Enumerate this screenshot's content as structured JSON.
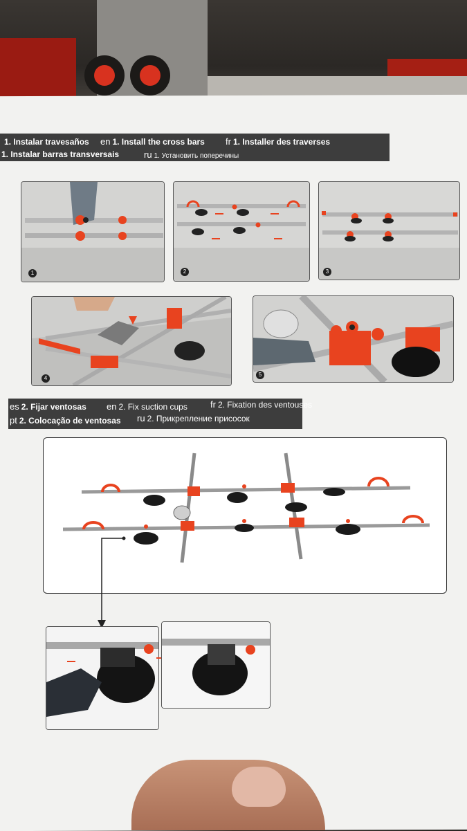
{
  "section1": {
    "es": "1. Instalar travesaños",
    "en_code": "en",
    "en": "1. Install the cross bars",
    "fr_code": "fr",
    "fr": "1. Installer des traverses",
    "pt": "1. Instalar barras transversais",
    "ru_code": "ru",
    "ru": "1. Установить поперечины"
  },
  "section2": {
    "es_code": "es",
    "es": "2. Fijar ventosas",
    "en_code": "en",
    "en": "2. Fix suction cups",
    "fr_code": "fr",
    "fr": "2. Fixation des ventouses",
    "pt_code": "pt",
    "pt": "2. Colocação de ventosas",
    "ru_code": "ru",
    "ru": "2. Прикрепление присосок"
  },
  "steps": [
    "1",
    "2",
    "3",
    "4",
    "5"
  ],
  "colors": {
    "accent": "#e8431f",
    "banner": "#3d3d3d",
    "paper": "#f2f2f0"
  }
}
